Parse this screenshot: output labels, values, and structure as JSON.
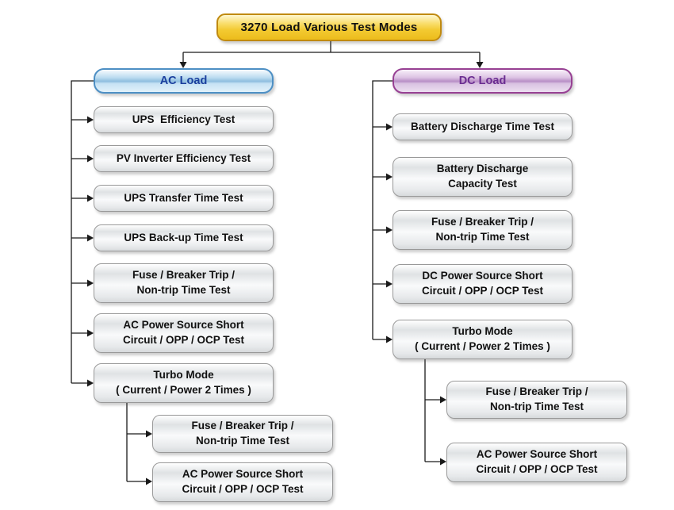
{
  "colors": {
    "line": "#1a1a1a",
    "root-border": "#c08a10",
    "root-gold": "#f3ca32",
    "ac-border": "#4d8fc4",
    "ac-text": "#1a3f9e",
    "dc-border": "#974093",
    "dc-text": "#6b2d91",
    "gray-border": "#999999"
  },
  "tree": {
    "root": "3270 Load Various Test Modes",
    "branches": [
      {
        "label": "AC Load",
        "items": [
          "UPS  Efficiency Test",
          "PV Inverter Efficiency Test",
          "UPS Transfer Time Test",
          "UPS Back-up Time Test",
          "Fuse / Breaker Trip /\nNon-trip Time Test",
          "AC Power Source Short\nCircuit / OPP / OCP Test",
          "Turbo Mode\n( Current / Power 2 Times )"
        ],
        "turbo_sub_items": [
          "Fuse / Breaker Trip /\nNon-trip Time Test",
          "AC Power Source Short\nCircuit / OPP / OCP Test"
        ]
      },
      {
        "label": "DC Load",
        "items": [
          "Battery Discharge Time Test",
          "Battery Discharge\nCapacity Test",
          "Fuse / Breaker Trip /\nNon-trip Time Test",
          "DC Power Source Short\nCircuit / OPP / OCP Test",
          "Turbo Mode\n( Current / Power 2 Times )"
        ],
        "turbo_sub_items": [
          "Fuse / Breaker Trip /\nNon-trip Time Test",
          "AC Power Source Short\nCircuit / OPP / OCP Test"
        ]
      }
    ]
  }
}
